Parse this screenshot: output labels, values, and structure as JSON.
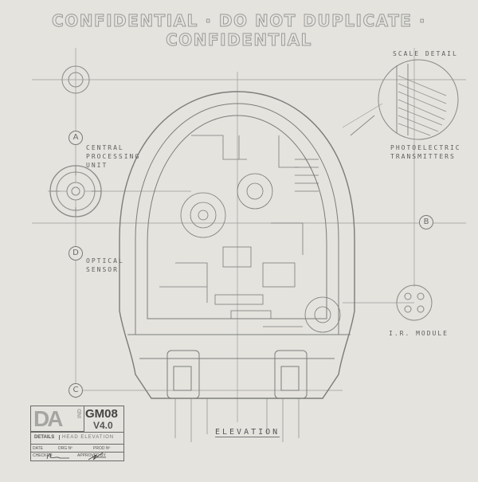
{
  "header": {
    "text": "CONFIDENTIAL · DO NOT DUPLICATE · CONFIDENTIAL"
  },
  "markers": {
    "a": "A",
    "b": "B",
    "c": "C",
    "d": "D"
  },
  "callouts": {
    "cpu": "CENTRAL PROCESSING UNIT",
    "optical": "OPTICAL SENSOR",
    "scale_detail": "SCALE DETAIL",
    "photoelectric": "PHOTOELECTRIC TRANSMITTERS",
    "ir_module": "I.R. MODULE"
  },
  "view_label": "ELEVATION",
  "title_block": {
    "logo": "DA IND",
    "model": "GM08",
    "version": "V4.0",
    "details_label": "DETAILS",
    "details_value": "HEAD ELEVATION",
    "date_label": "DATE",
    "drg_label": "DRG Nº",
    "prod_label": "PROD Nº",
    "checked_label": "CHECKED",
    "approved_label": "APPROVED BY"
  }
}
